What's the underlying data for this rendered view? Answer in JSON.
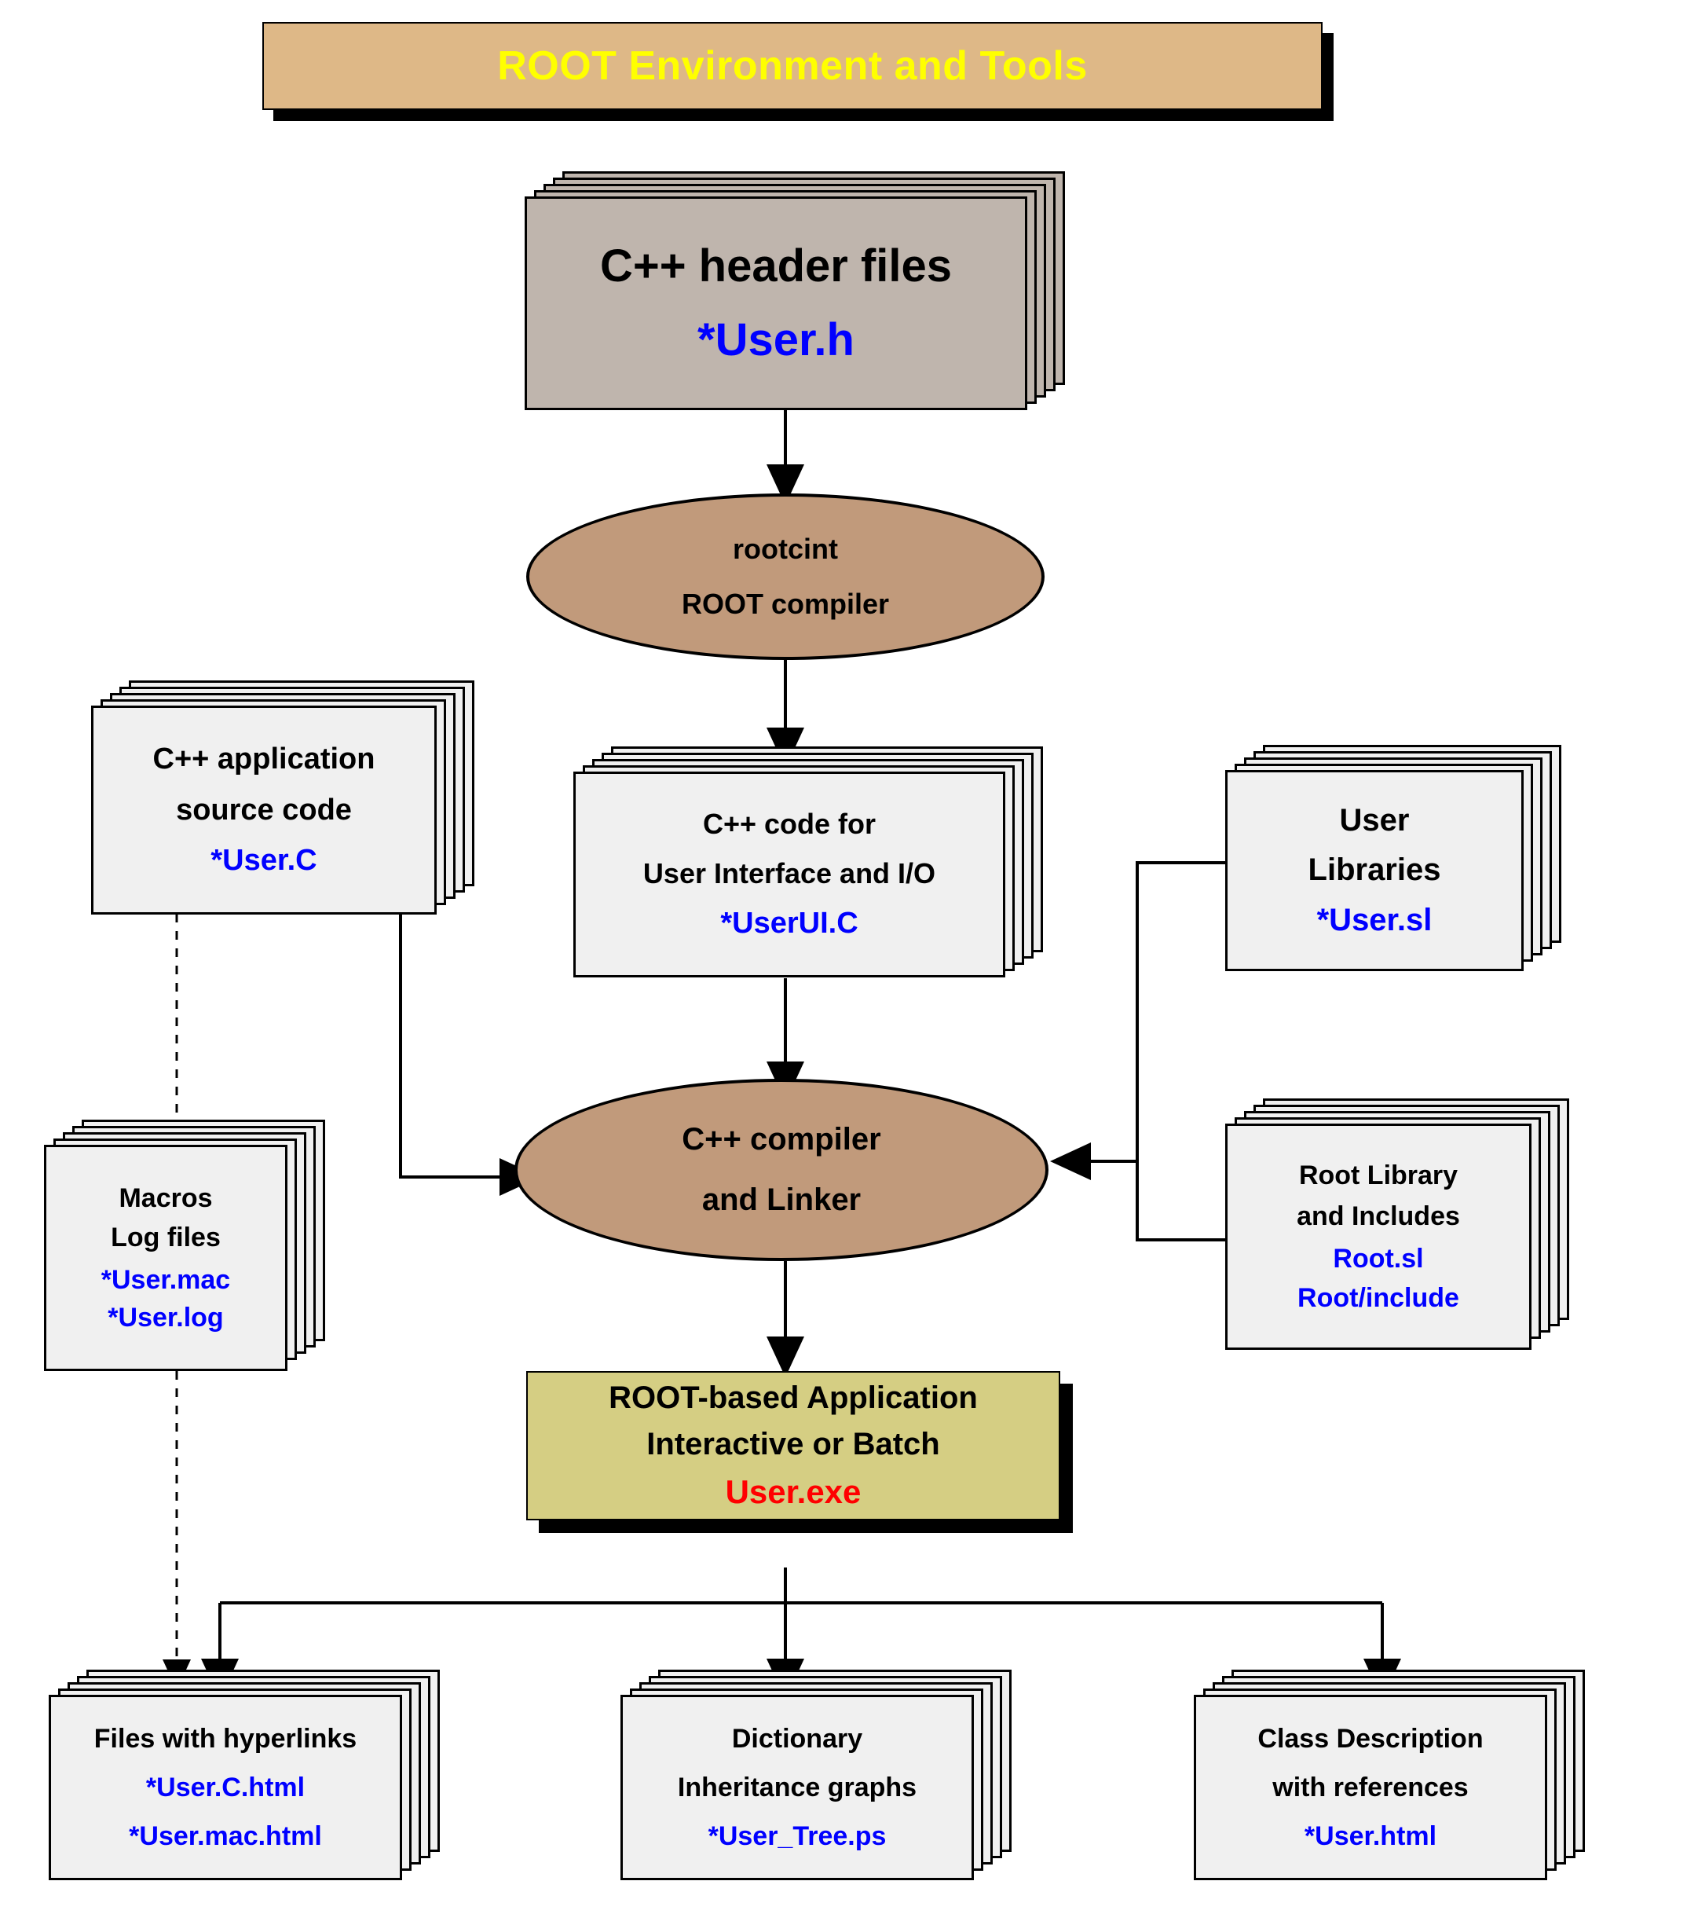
{
  "diagram": {
    "title": "ROOT Environment and Tools",
    "title_bg": "#DEB887",
    "title_color": "#FFFF00",
    "accent_file_color": "#0000FF",
    "accent_exe_color": "#FF0000",
    "process_fill": "#C19A7B",
    "app_fill": "#D5CE83",
    "header_fill": "#BFB5AD",
    "doc_fill": "#F0F0F0"
  },
  "nodes": {
    "header_files": {
      "name": "C++ header files",
      "lines": [
        "C++ header files",
        "*User.h"
      ],
      "shape": "document-stack"
    },
    "rootcint": {
      "name": "rootcint ROOT compiler",
      "lines": [
        "rootcint",
        "ROOT compiler"
      ],
      "shape": "ellipse"
    },
    "app_source": {
      "name": "C++ application source code",
      "lines": [
        "C++ application",
        "source code",
        "*User.C"
      ],
      "shape": "document-stack"
    },
    "ui_code": {
      "name": "C++ code for User Interface and I/O",
      "lines": [
        "C++ code for",
        "User Interface and I/O",
        "*UserUI.C"
      ],
      "shape": "document-stack"
    },
    "user_libraries": {
      "name": "User Libraries",
      "lines": [
        "User",
        "Libraries",
        "*User.sl"
      ],
      "shape": "document-stack"
    },
    "macros_logs": {
      "name": "Macros Log files",
      "lines": [
        "Macros",
        "Log files",
        "*User.mac",
        "*User.log"
      ],
      "shape": "document-stack"
    },
    "root_library": {
      "name": "Root Library and Includes",
      "lines": [
        "Root Library",
        "and Includes",
        "Root.sl",
        "Root/include"
      ],
      "shape": "document-stack"
    },
    "compiler_linker": {
      "name": "C++ compiler and Linker",
      "lines": [
        "C++ compiler",
        "and Linker"
      ],
      "shape": "ellipse"
    },
    "root_app": {
      "name": "ROOT-based Application",
      "lines": [
        "ROOT-based Application",
        "Interactive or Batch",
        "User.exe"
      ],
      "shape": "box"
    },
    "hyperlink_files": {
      "name": "Files with hyperlinks",
      "lines": [
        "Files with hyperlinks",
        "*User.C.html",
        "*User.mac.html"
      ],
      "shape": "document-stack"
    },
    "dictionary": {
      "name": "Dictionary Inheritance graphs",
      "lines": [
        "Dictionary",
        "Inheritance graphs",
        "*User_Tree.ps"
      ],
      "shape": "document-stack"
    },
    "class_description": {
      "name": "Class Description with references",
      "lines": [
        "Class Description",
        "with references",
        "*User.html"
      ],
      "shape": "document-stack"
    }
  }
}
